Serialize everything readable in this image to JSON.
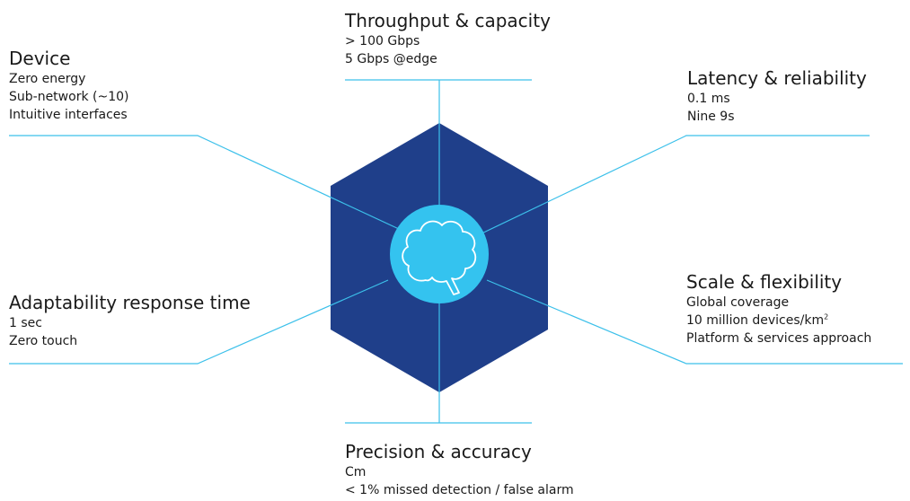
{
  "center_icon": "brain-icon",
  "colors": {
    "hexagon": "#1f3f8a",
    "circle": "#34c3ef",
    "lines": "#3cc0ea",
    "text": "#1a1a1a"
  },
  "groups": {
    "device": {
      "title": "Device",
      "lines": [
        "Zero energy",
        "Sub-network (~10)",
        "Intuitive interfaces"
      ]
    },
    "throughput": {
      "title": "Throughput & capacity",
      "lines": [
        "> 100 Gbps",
        "5 Gbps @edge"
      ]
    },
    "latency": {
      "title": "Latency & reliability",
      "lines": [
        "0.1 ms",
        "Nine 9s"
      ]
    },
    "adapt": {
      "title": "Adaptability response time",
      "lines": [
        "1 sec",
        "Zero touch"
      ]
    },
    "scale": {
      "title": "Scale & flexibility",
      "lines": [
        "Global coverage",
        "10 million devices/km",
        "Platform & services approach"
      ],
      "superscript": "2"
    },
    "precision": {
      "title": "Precision & accuracy",
      "lines": [
        "Cm",
        "< 1% missed detection / false alarm"
      ]
    }
  }
}
